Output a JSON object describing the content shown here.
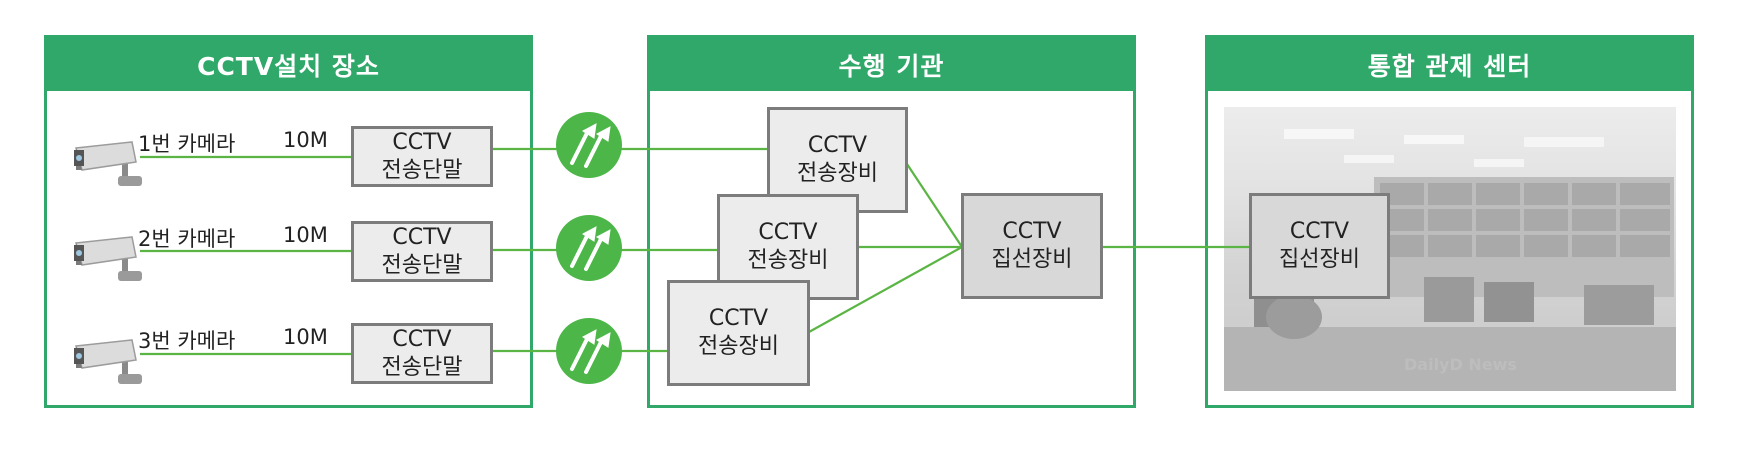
{
  "panels": {
    "site": {
      "title": "CCTV설치 장소"
    },
    "agency": {
      "title": "수행 기관"
    },
    "control": {
      "title": "통합 관제 센터"
    }
  },
  "cameras": [
    {
      "label": "1번 카메라",
      "bitrate": "10M",
      "terminal": [
        "CCTV",
        "전송단말"
      ]
    },
    {
      "label": "2번 카메라",
      "bitrate": "10M",
      "terminal": [
        "CCTV",
        "전송단말"
      ]
    },
    {
      "label": "3번 카메라",
      "bitrate": "10M",
      "terminal": [
        "CCTV",
        "전송단말"
      ]
    }
  ],
  "transmitters": [
    [
      "CCTV",
      "전송장비"
    ],
    [
      "CCTV",
      "전송장비"
    ],
    [
      "CCTV",
      "전송장비"
    ]
  ],
  "agency_hub": [
    "CCTV",
    "집선장비"
  ],
  "control_hub": [
    "CCTV",
    "집선장비"
  ],
  "watermark": "DailyD News",
  "colors": {
    "accent": "#2fa86a",
    "signal": "#4cb648",
    "line": "#5ab544",
    "box_border": "#7c7c7c"
  },
  "icons": {
    "camera": "cctv-camera-icon",
    "signal": "wireless-signal-icon"
  }
}
